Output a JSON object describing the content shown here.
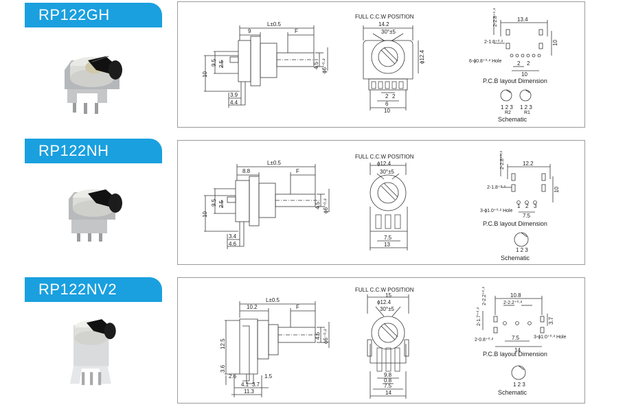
{
  "products": [
    {
      "name": "RP122GH",
      "side": {
        "l": "L±0.5",
        "w": "9",
        "f": "F",
        "d95": "9.5",
        "d25": "2.5",
        "d10": "10",
        "d45": "4.5",
        "dia6": "ϕ6⁻⁰·²",
        "d39": "3.9",
        "d44": "4.4"
      },
      "front": {
        "title": "FULL C.C.W POSITION",
        "w142": "14.2",
        "angle": "30°±5",
        "dia124": "ϕ12.4",
        "d2a": "2",
        "d2b": "2",
        "d6": "6",
        "d10": "10"
      },
      "pcb": {
        "d22": "2-2.8⁺⁰·²",
        "d134": "13.4",
        "d218": "2-1.8⁺⁰·²",
        "d10": "10",
        "hole": "6-ϕ0.8⁺⁰·² Hole",
        "d2a": "2",
        "d2b": "2",
        "d10b": "10",
        "title": "P.C.B layout Dimension",
        "pins1": "1 2 3",
        "pins2": "1 2 3",
        "r2": "R2",
        "r1": "R1",
        "schematic": "Schematic"
      }
    },
    {
      "name": "RP122NH",
      "side": {
        "l": "L±0.5",
        "w": "8.8",
        "f": "F",
        "d95": "9.5",
        "d25": "2.5",
        "d10": "10",
        "d45": "4.5",
        "dia6": "ϕ6⁻⁰·²",
        "d34": "3.4",
        "d46": "4.6"
      },
      "front": {
        "title": "FULL C.C.W POSITION",
        "dia124": "ϕ12.4",
        "angle": "30°±5",
        "d75": "7.5",
        "d13": "13"
      },
      "pcb": {
        "d22": "2-2.8⁺⁰·²",
        "d122": "12.2",
        "d218": "2-1.8⁺⁰·²",
        "d10": "10",
        "hole": "3-ϕ1.0⁺⁰·² Hole",
        "pin1": "1",
        "pin2": "2",
        "pin3": "3",
        "d75": "7.5",
        "title": "P.C.B layout Dimension",
        "pins": "1 2 3",
        "schematic": "Schematic"
      }
    },
    {
      "name": "RP122NV2",
      "side": {
        "l": "L±0.5",
        "w": "10.2",
        "f": "F",
        "d125": "12.5",
        "d45": "4.5",
        "dia6": "ϕ6⁻⁰·²",
        "d36": "3.6",
        "d26": "2.6",
        "d41": "4.1",
        "d37": "3.7",
        "d15": "1.5",
        "d113": "11.3"
      },
      "front": {
        "title": "FULL C.C.W POSITION",
        "w15": "15",
        "dia124": "ϕ12.4",
        "angle": "30°±5",
        "d98": "9.8",
        "d08": "0.8",
        "d75": "7.5",
        "d14": "14"
      },
      "pcb": {
        "d108": "10.8",
        "d22a": "2-2.2⁺⁰·²",
        "d22b": "2-2.2⁺⁰·²",
        "d17": "2-1.7⁺⁰·²",
        "d37": "3.7",
        "d08": "2-0.8⁺⁰·²",
        "hole": "3-ϕ1.0⁺⁰·² Hole",
        "d75": "7.5",
        "d14": "14",
        "title": "P.C.B layout Dimension",
        "pins": "1 2 3",
        "schematic": "Schematic"
      }
    }
  ]
}
